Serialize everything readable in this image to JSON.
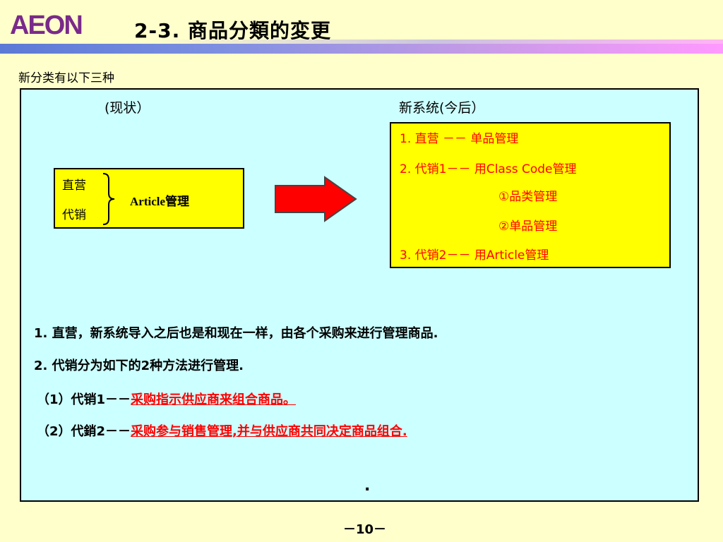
{
  "header": {
    "logo_text": "AEON",
    "title": "2-3.  商品分類的変更"
  },
  "subtitle": "新分类有以下三种",
  "labels": {
    "current": "(现状）",
    "new_system": "新系统(今后）"
  },
  "current_box": {
    "line1": "直营",
    "line2": "代销",
    "article": "Article管理"
  },
  "new_box": {
    "line1": "1. 直营 －－   单品管理",
    "line2": "2. 代销1－－ 用Class Code管理",
    "line3": "①品类管理",
    "line4": "②单品管理",
    "line5": "3. 代销2－－ 用Article管理"
  },
  "paragraphs": {
    "p1": "1. 直营，新系统导入之后也是和现在一样，由各个采购来进行管理商品.",
    "p2": "2. 代销分为如下的2种方法进行管理.",
    "p3_prefix": "（1）代销1－－",
    "p3_red": "采购指示供应商来组合商品。",
    "p4_prefix": "（2）代銷2－－",
    "p4_red": "采购参与销售管理,并与供应商共同决定商品组合."
  },
  "dot": ".",
  "page_number": "－10－",
  "colors": {
    "background": "#ffffcc",
    "panel": "#ccffff",
    "box_fill": "#ffff00",
    "accent_red": "#ff0000",
    "logo_purple": "#7a2a8a"
  }
}
